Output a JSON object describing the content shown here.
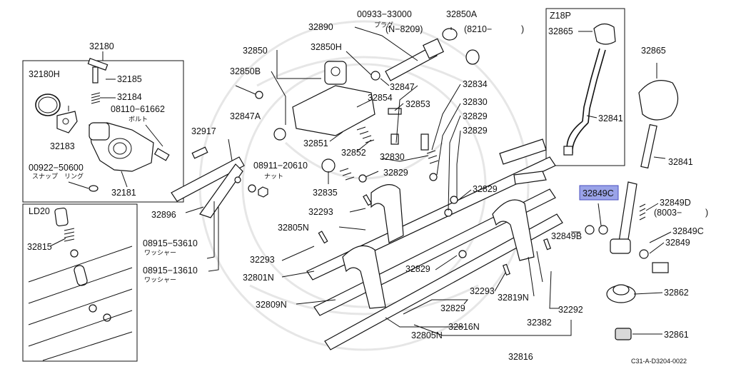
{
  "diagram": {
    "code": "C31-A-D3204-0022",
    "boxes": {
      "left_top_title": "32180",
      "left_bottom_title": "LD20",
      "right_top_title": "Z18P"
    },
    "labels": {
      "p32180H": "32180H",
      "p32185": "32185",
      "p32184": "32184",
      "p08110": "08110−61662",
      "p08110_sub": "ボルト",
      "p32183": "32183",
      "p00922": "00922−50600",
      "p00922_sub": "スナップ　リング",
      "p32181": "32181",
      "p32917": "32917",
      "p32815": "32815",
      "p32850": "32850",
      "p32850B": "32850B",
      "p32847A": "32847A",
      "p32890": "32890",
      "p00933": "00933−33000",
      "p00933_sub": "プラグ",
      "p8209": "(N−8209)",
      "p32850A": "32850A",
      "p8210": "(8210−",
      "p8210_close": ")",
      "p32850H": "32850H",
      "p32847": "32847",
      "p32854": "32854",
      "p32853": "32853",
      "p32851": "32851",
      "p32852": "32852",
      "p32830a": "32830",
      "p32834": "32834",
      "p32830b": "32830",
      "p32829a": "32829",
      "p32829b": "32829",
      "p32829c": "32829",
      "p32829d": "32829",
      "p32829e": "32829",
      "p32829f": "32829",
      "p08911": "08911−20610",
      "p08911_sub": "ナット",
      "p32835": "32835",
      "p32896": "32896",
      "p32293a": "32293",
      "p32293b": "32293",
      "p32293c": "32293",
      "p32805Na": "32805N",
      "p32805Nb": "32805N",
      "p32801N": "32801N",
      "p32809N": "32809N",
      "p32816N": "32816N",
      "p32816": "32816",
      "p32819N": "32819N",
      "p32382": "32382",
      "p32292": "32292",
      "p08915a": "08915−53610",
      "p08915a_sub": "ワッシャー",
      "p08915b": "08915−13610",
      "p08915b_sub": "ワッシャー",
      "p32865a": "32865",
      "p32841a": "32841",
      "p32865b": "32865",
      "p32841b": "32841",
      "p32849C_hl": "32849C",
      "p32849D": "32849D",
      "p8003": "(8003−",
      "p8003_close": ")",
      "p32849B": "32849B",
      "p32849C": "32849C",
      "p32849": "32849",
      "p32862": "32862",
      "p32861": "32861"
    }
  }
}
